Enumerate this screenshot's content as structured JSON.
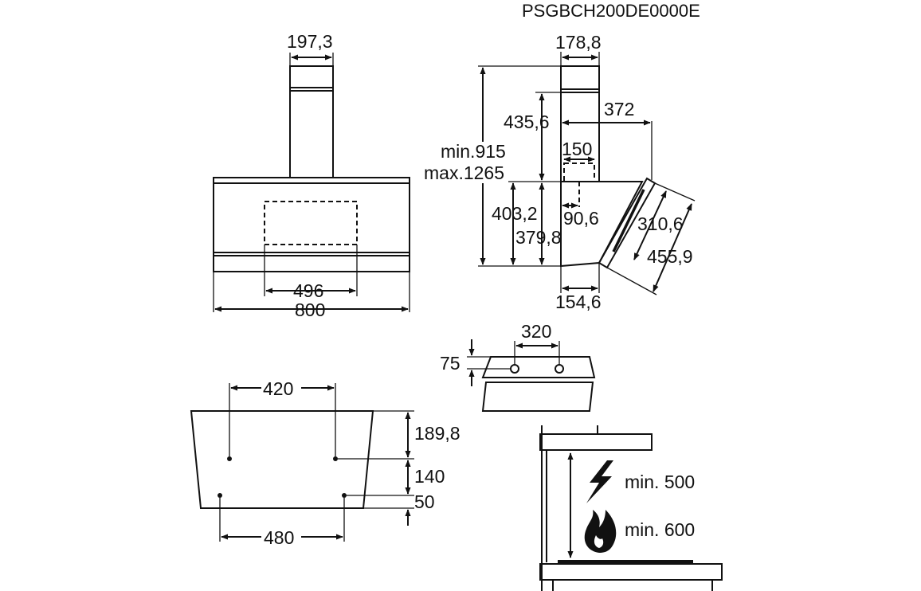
{
  "model_code": "PSGBCH200DE0000E",
  "front_view": {
    "chimney_width": "197,3",
    "opening_width": "496",
    "total_width": "800"
  },
  "side_view": {
    "chimney_depth": "178,8",
    "top_height": "435,6",
    "overhang": "372",
    "height_range_min": "min.915",
    "height_range_max": "max.1265",
    "outlet_width": "150",
    "outlet_offset": "90,6",
    "body_height_outer": "403,2",
    "body_height_inner": "379,8",
    "panel_inner": "310,6",
    "panel_outer": "455,9",
    "bottom_depth": "154,6"
  },
  "bracket_view": {
    "hole_spacing": "320",
    "hole_height": "75"
  },
  "wall_mount_view": {
    "top_hole_spacing": "420",
    "bottom_hole_spacing": "480",
    "top_offset": "189,8",
    "hole_vertical_gap": "140",
    "bottom_offset": "50"
  },
  "installation_view": {
    "electric_min": "min. 500",
    "gas_min": "min. 600",
    "electric_icon": "lightning-icon",
    "gas_icon": "flame-icon"
  }
}
